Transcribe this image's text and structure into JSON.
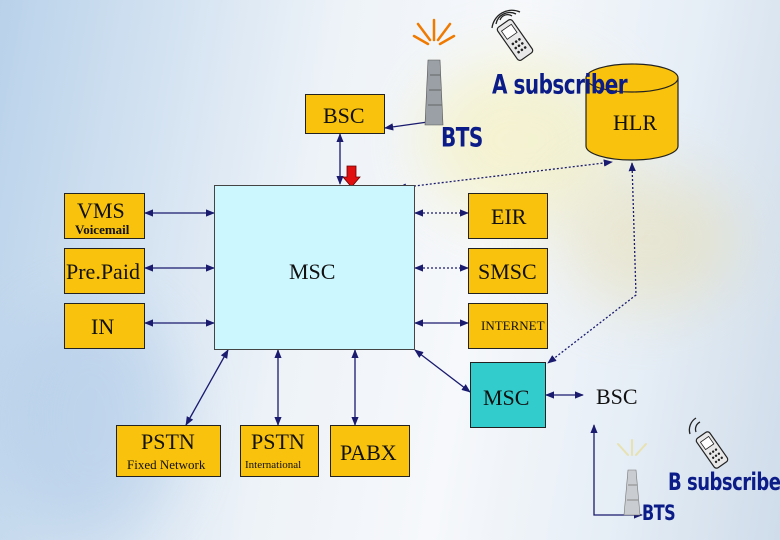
{
  "nodes": {
    "bsc_top": "BSC",
    "hlr": "HLR",
    "vms": "VMS",
    "vms_sub": "Voicemail",
    "prepaid": "Pre.Paid",
    "in": "IN",
    "msc_main": "MSC",
    "eir": "EIR",
    "smsc": "SMSC",
    "internet": "INTERNET",
    "msc_remote": "MSC",
    "bsc_remote": "BSC",
    "pstn_fixed": "PSTN",
    "pstn_fixed_sub": "Fixed Network",
    "pstn_intl": "PSTN",
    "pstn_intl_sub": "International",
    "pabx": "PABX"
  },
  "labels": {
    "a_subscriber": "A subscriber",
    "b_subscriber": "B subscriber",
    "bts_top": "BTS",
    "bts_bottom": "BTS"
  },
  "colors": {
    "box_fill": "#f9c20c",
    "msc_fill": "#ccf7ff",
    "msc_remote_fill": "#33cccc",
    "label_blue": "#0b1c88",
    "arrow": "#1a1a6e",
    "signal_arrow": "#e01010"
  },
  "icons": [
    "mobile-phone-icon",
    "antenna-tower-icon",
    "signal-waves-icon"
  ]
}
